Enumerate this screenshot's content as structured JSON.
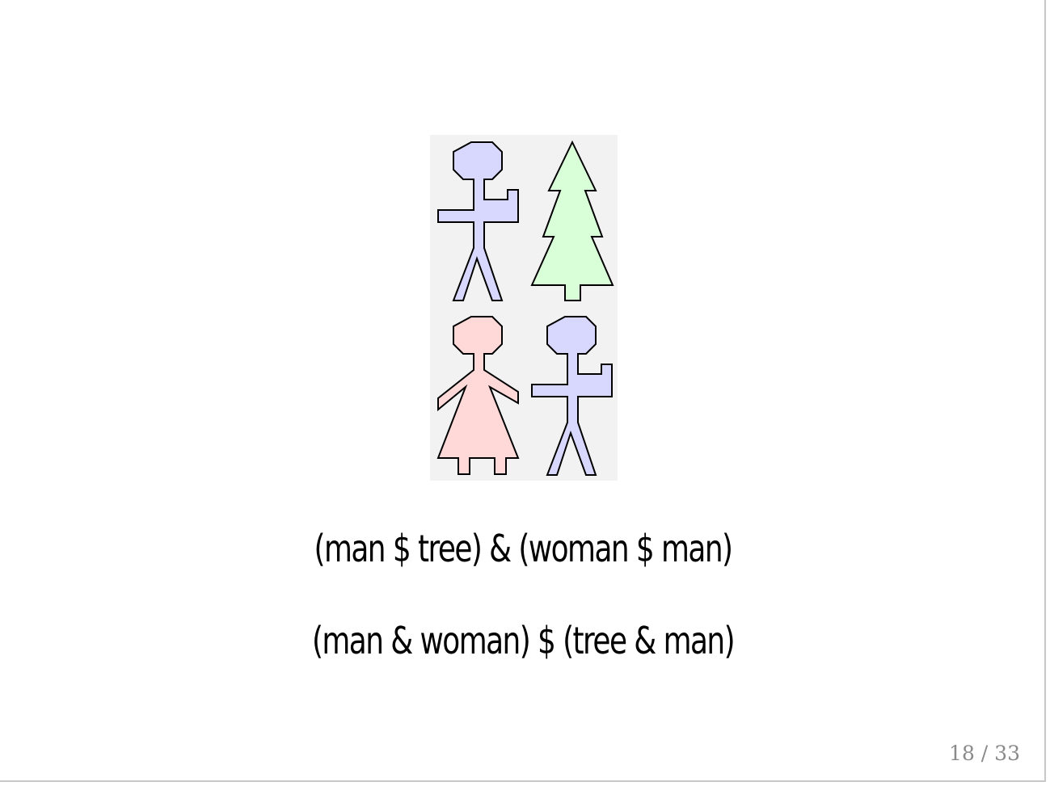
{
  "slide": {
    "figure": {
      "cells": [
        {
          "shape": "man",
          "fill": "#d8d8ff"
        },
        {
          "shape": "tree",
          "fill": "#d8ffd8"
        },
        {
          "shape": "woman",
          "fill": "#ffd8d8"
        },
        {
          "shape": "man",
          "fill": "#d8d8ff"
        }
      ],
      "stroke": "#000000",
      "panel_background": "#f2f2f2"
    },
    "expression_1": "(man $ tree) & (woman $ man)",
    "expression_2": "(man & woman) $ (tree & man)",
    "page_number": "18 / 33"
  }
}
